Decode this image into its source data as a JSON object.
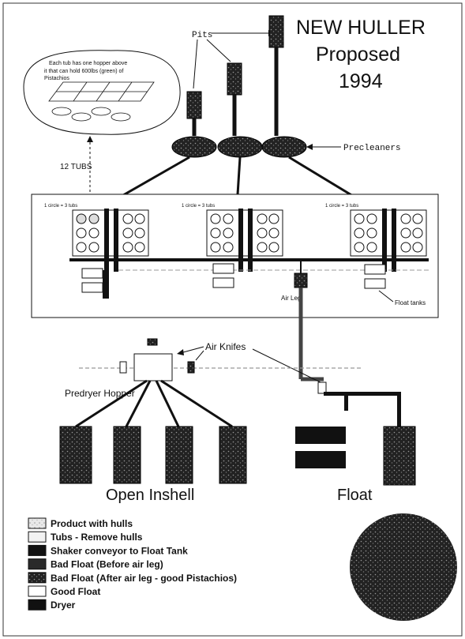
{
  "title": {
    "line1": "NEW HULLER",
    "line2": "Proposed",
    "line3": "1994"
  },
  "labels": {
    "pits": "Pits",
    "precleaners": "Precleaners",
    "twelve_tubs": "12 TUBS",
    "circle_tubs": "1 circle = 3 tubs",
    "air_leg": "Air Leg",
    "float_tanks": "Float tanks",
    "air_knifes": "Air Knifes",
    "predryer_hopper": "Predryer Hopper",
    "open_inshell": "Open Inshell",
    "float": "Float"
  },
  "bubble": {
    "line1": "Each tub has one hopper above",
    "line2": "it that can hold 600lbs (green) of",
    "line3": "Pistachios"
  },
  "legend": {
    "items": [
      {
        "label": "Product with hulls",
        "swatch": "speckled-light"
      },
      {
        "label": "Tubs - Remove hulls",
        "swatch": "light"
      },
      {
        "label": "Shaker conveyor to Float Tank",
        "swatch": "black"
      },
      {
        "label": "Bad Float (Before air leg)",
        "swatch": "dark-gray"
      },
      {
        "label": "Bad Float (After air leg - good Pistachios)",
        "swatch": "dark-speckled"
      },
      {
        "label": "Good Float",
        "swatch": "white"
      },
      {
        "label": "Dryer",
        "swatch": "black"
      }
    ]
  },
  "colors": {
    "ink": "#111111",
    "dark": "#1a1a1a",
    "light_gray": "#d9d9d9",
    "paper": "#ffffff"
  }
}
